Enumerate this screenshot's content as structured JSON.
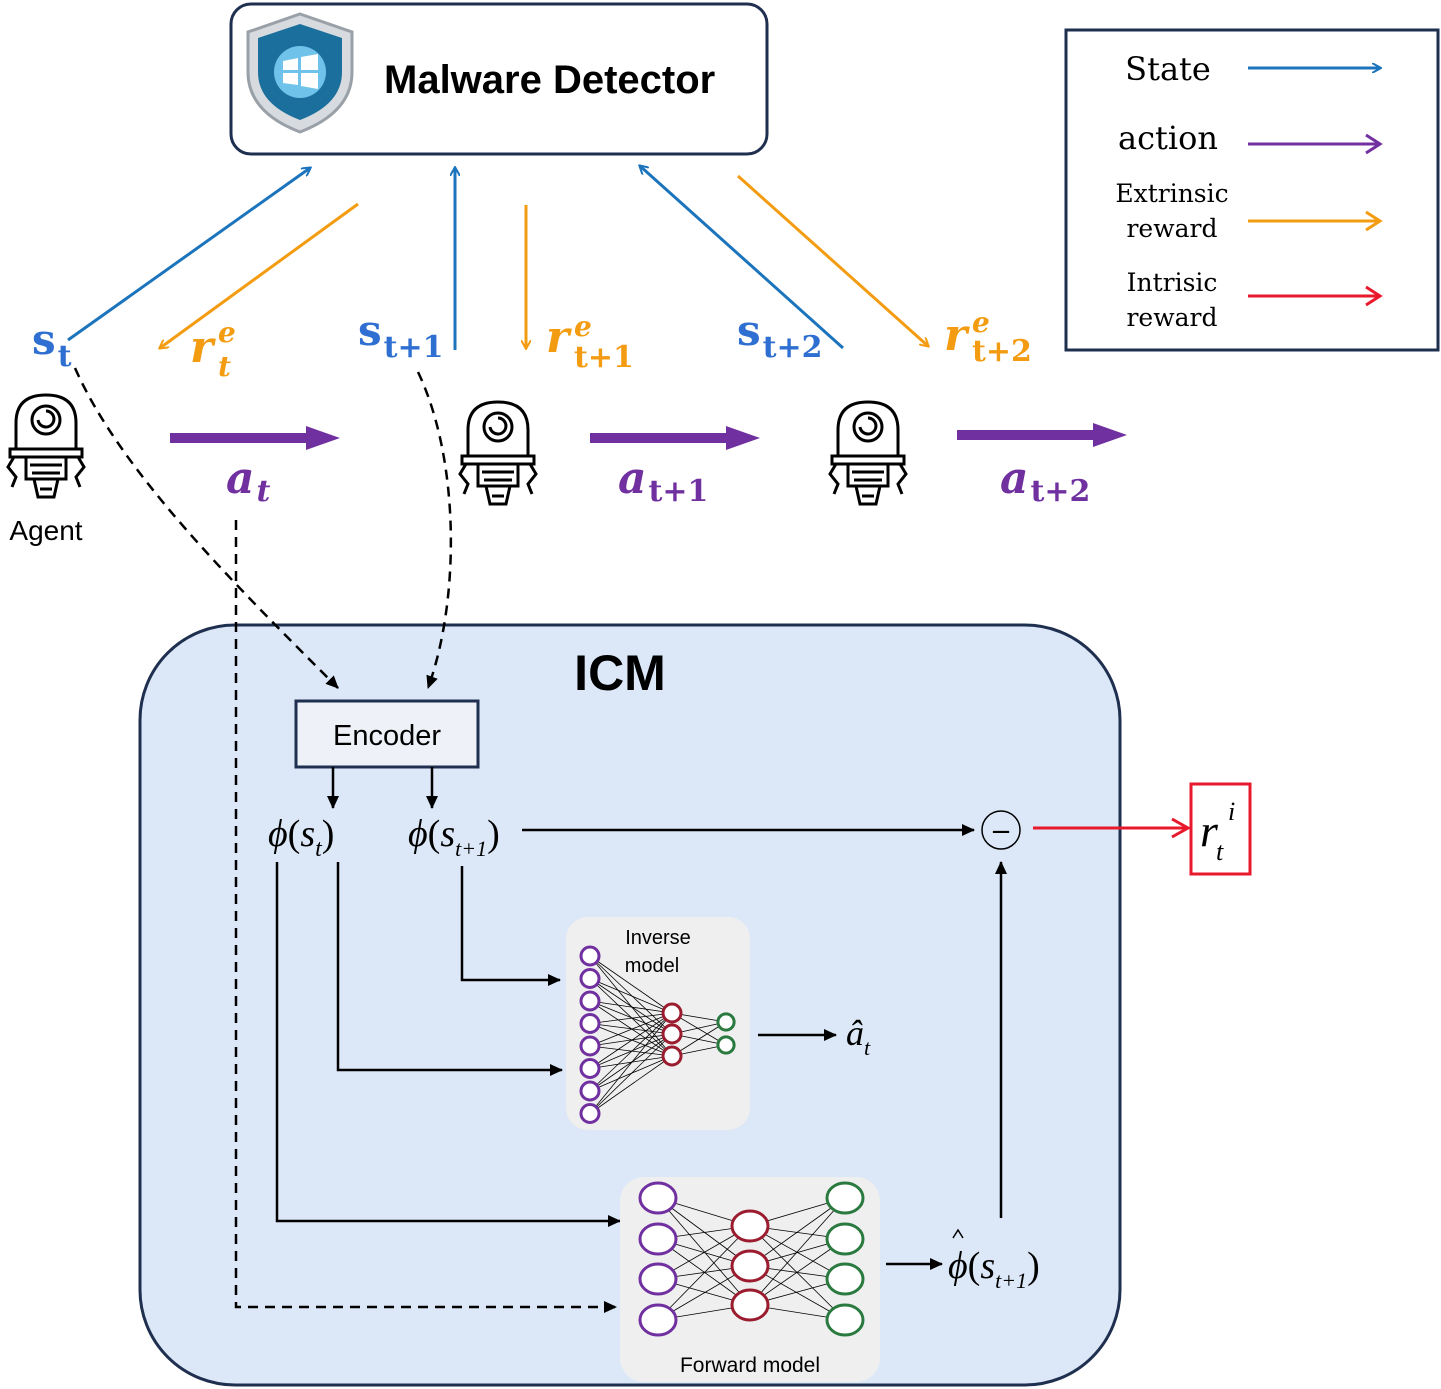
{
  "detector": {
    "title": "Malware Detector",
    "icon": "shield-windows-icon"
  },
  "legend": {
    "items": [
      {
        "label": "State",
        "color": "#1b74bc"
      },
      {
        "label": "action",
        "color": "#7030a0"
      },
      {
        "label_line1": "Extrinsic",
        "label_line2": "reward",
        "color": "#f39c12"
      },
      {
        "label_line1": "Intrisic",
        "label_line2": "reward",
        "color": "#e8192c"
      }
    ]
  },
  "agent": {
    "label": "Agent",
    "icon": "robot-icon"
  },
  "symbols": {
    "s_t": {
      "base": "s",
      "sub": "t"
    },
    "s_t1": {
      "base": "s",
      "sub": "t+1"
    },
    "s_t2": {
      "base": "s",
      "sub": "t+2"
    },
    "r_t": {
      "base": "r",
      "sup": "e",
      "sub": "t"
    },
    "r_t1": {
      "base": "r",
      "sup": "e",
      "sub": "t+1"
    },
    "r_t2": {
      "base": "r",
      "sup": "e",
      "sub": "t+2"
    },
    "a_t": {
      "base": "a",
      "sub": "t"
    },
    "a_t1": {
      "base": "a",
      "sub": "t+1"
    },
    "a_t2": {
      "base": "a",
      "sub": "t+2"
    }
  },
  "icm": {
    "title": "ICM",
    "encoder_label": "Encoder",
    "phi": "ϕ",
    "phi_s_t_sub": "t",
    "phi_s_t1_sub": "t+1",
    "phi_hat_sub": "t+1",
    "a_hat_sub": "t",
    "inverse_model": {
      "line1": "Inverse",
      "line2": "model"
    },
    "forward_model": "Forward model",
    "minus": "−",
    "ri": {
      "base": "r",
      "sup": "i",
      "sub": "t"
    }
  },
  "colors": {
    "state": "#1b74bc",
    "state_text": "#2e6fd1",
    "action": "#7030a0",
    "extrinsic": "#f39c12",
    "intrinsic": "#e8192c",
    "icm_bg": "#dce8f8",
    "icm_border": "#1f2f4f",
    "model_bg": "#efefef",
    "node_purple": "#7030a0",
    "node_red": "#9b1c2e",
    "node_green": "#2a7a3f"
  }
}
